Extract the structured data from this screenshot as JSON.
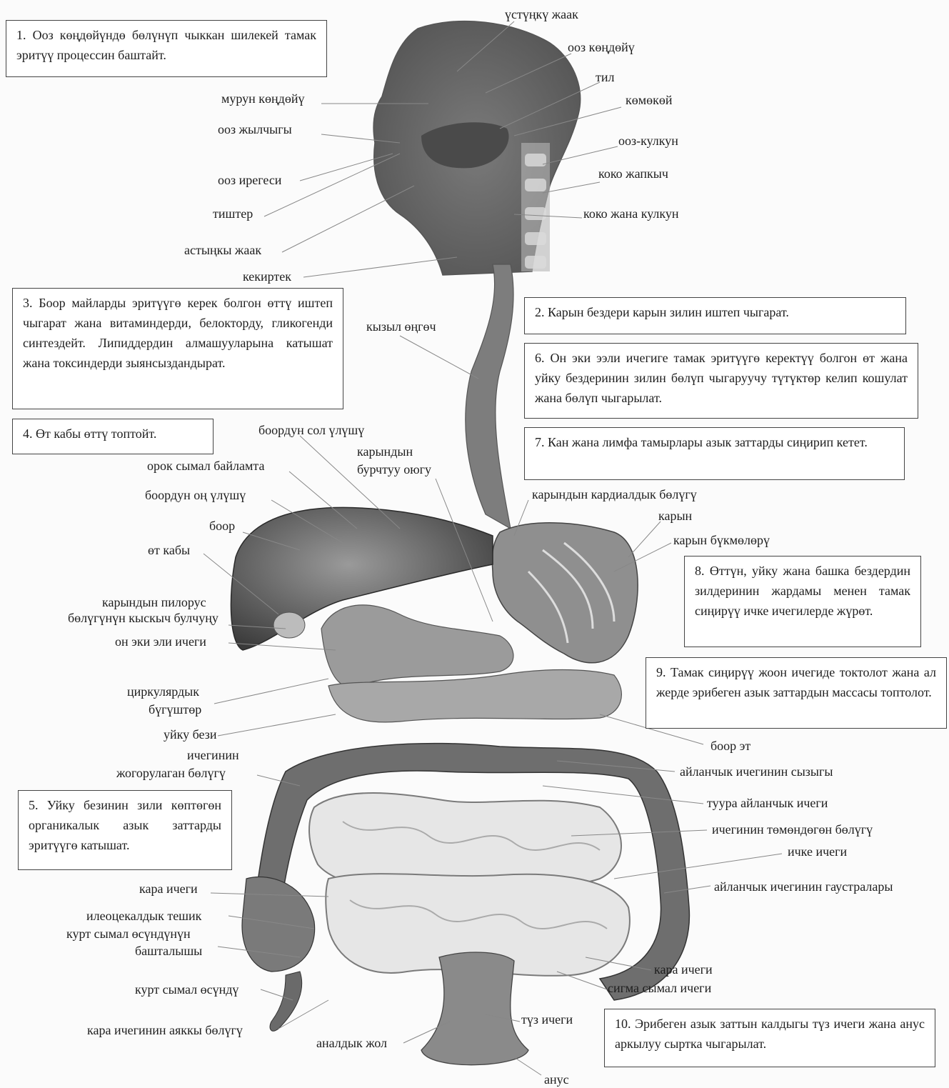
{
  "labels": {
    "upper_jaw": "үстүңкү жаак",
    "mouth_cavity": "ооз көңдөйү",
    "tongue": "тил",
    "pharynx": "көмөкөй",
    "oropharynx": "ооз-кулкун",
    "epiglottis": "коко жапкыч",
    "larynx_pharynx": "коко жана кулкун",
    "nasal_cavity": "мурун көңдөйү",
    "mouth_slit": "ооз жылчыгы",
    "lips": "ооз ирегеси",
    "teeth": "тиштер",
    "lower_jaw": "астыңкы жаак",
    "trachea": "кекиртек",
    "esophagus": "кызыл өңгөч",
    "liver_left_lobe": "боордун  сол үлүшү",
    "stomach_right_1": "карындын",
    "stomach_right_2": "бурчтуу оюгу",
    "falciform_ligament": "орок сымал байламта",
    "liver_right_lobe": "боордун  оң үлүшү",
    "liver": "боор",
    "gallbladder": "өт кабы",
    "cardiac_part": "карындын кардиалдык бөлүгү",
    "stomach": "карын",
    "stomach_folds": "карын бүкмөлөрү",
    "pylorus_1": "карындын пилорус",
    "pylorus_2": "бөлүгүнүн кыскыч булчуңу",
    "duodenum": "он эки эли ичеги",
    "circular_1": "циркулярдык",
    "circular_2": "бүгүштөр",
    "pancreas": "уйку бези",
    "ascending_1": "ичегинин",
    "ascending_2": "жогорулаган бөлүгү",
    "liver_tissue": "боор эт",
    "colon_line": "айланчык ичегинин сызыгы",
    "transverse_colon": "туура айланчык ичеги",
    "descending": "ичегинин төмөндөгөн бөлүгү",
    "small_intestine": "ичке ичеги",
    "haustra": "айланчык ичегинин гаустралары",
    "caecum": "кара ичеги",
    "ileocecal": "илеоцекалдык тешик",
    "appendix_start_1": "курт сымал өсүндүнүн",
    "appendix_start_2": "башталышы",
    "colon_right": "кара ичеги",
    "sigmoid": "сигма сымал ичеги",
    "appendix": "курт сымал өсүндү",
    "rectum": "түз ичеги",
    "caecum_end": "кара ичегинин аяккы бөлүгү",
    "anal_canal": "аналдык жол",
    "anus": "анус"
  },
  "boxes": {
    "b1": "1.  Ооз көңдөйүндө бөлүнүп чыккан шилекей тамак эритүү процессин баштайт.",
    "b2": "2. Карын бездери карын зилин иштеп чыгарат.",
    "b3": "3. Боор майларды эритүүгө керек болгон өттү иштеп чыгарат жана витаминдерди, белокторду, гликогенди синтездейт. Липиддердин алмашууларына катышат жана токсиндерди зыянсыздандырат.",
    "b4": "4. Өт кабы өттү топтойт.",
    "b5": "5. Уйку безинин зили көптөгөн органикалык азык заттарды эритүүгө катышат.",
    "b6": "6. Он эки ээли ичегиге тамак эритүүгө керектүү болгон өт жана уйку бездеринин зилин бөлүп чыгаруучу түтүктөр келип кошулат жана бөлүп чыгарылат.",
    "b7": "7. Кан жана лимфа тамырлары азык заттарды сиңирип кетет.",
    "b8": "8. Өттүн, уйку жана башка бездердин зилдеринин жардамы менен тамак сиңирүү ичке ичегилерде жүрөт.",
    "b9": "9. Тамак сиңирүү жоон ичегиде токтолот жана ал жерде эрибеген азык заттардын массасы топтолот.",
    "b10": "10. Эрибеген азык заттын калдыгы түз ичеги жана анус аркылуу сыртка чыгарылат."
  }
}
